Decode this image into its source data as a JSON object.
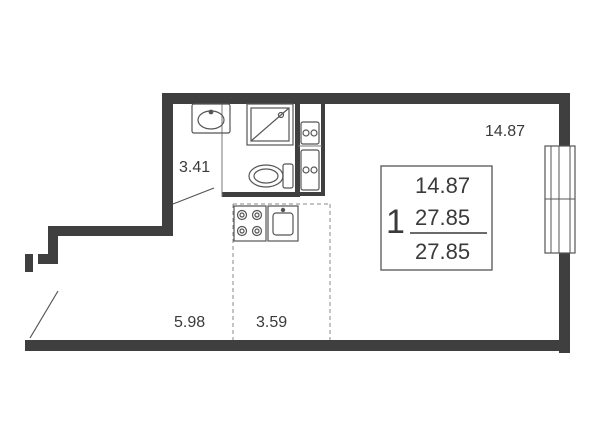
{
  "plan": {
    "room_areas": {
      "living_room": "14.87",
      "bathroom": "3.41",
      "hallway": "5.98",
      "kitchen_zone": "3.59"
    },
    "summary": {
      "rooms": "1",
      "living_area": "14.87",
      "total_area": "27.85",
      "total_area_with_balcony": "27.85"
    }
  },
  "colors": {
    "wall": "#3f3f3f",
    "line": "#555555",
    "text": "#3a3a3a",
    "background": "#ffffff"
  }
}
